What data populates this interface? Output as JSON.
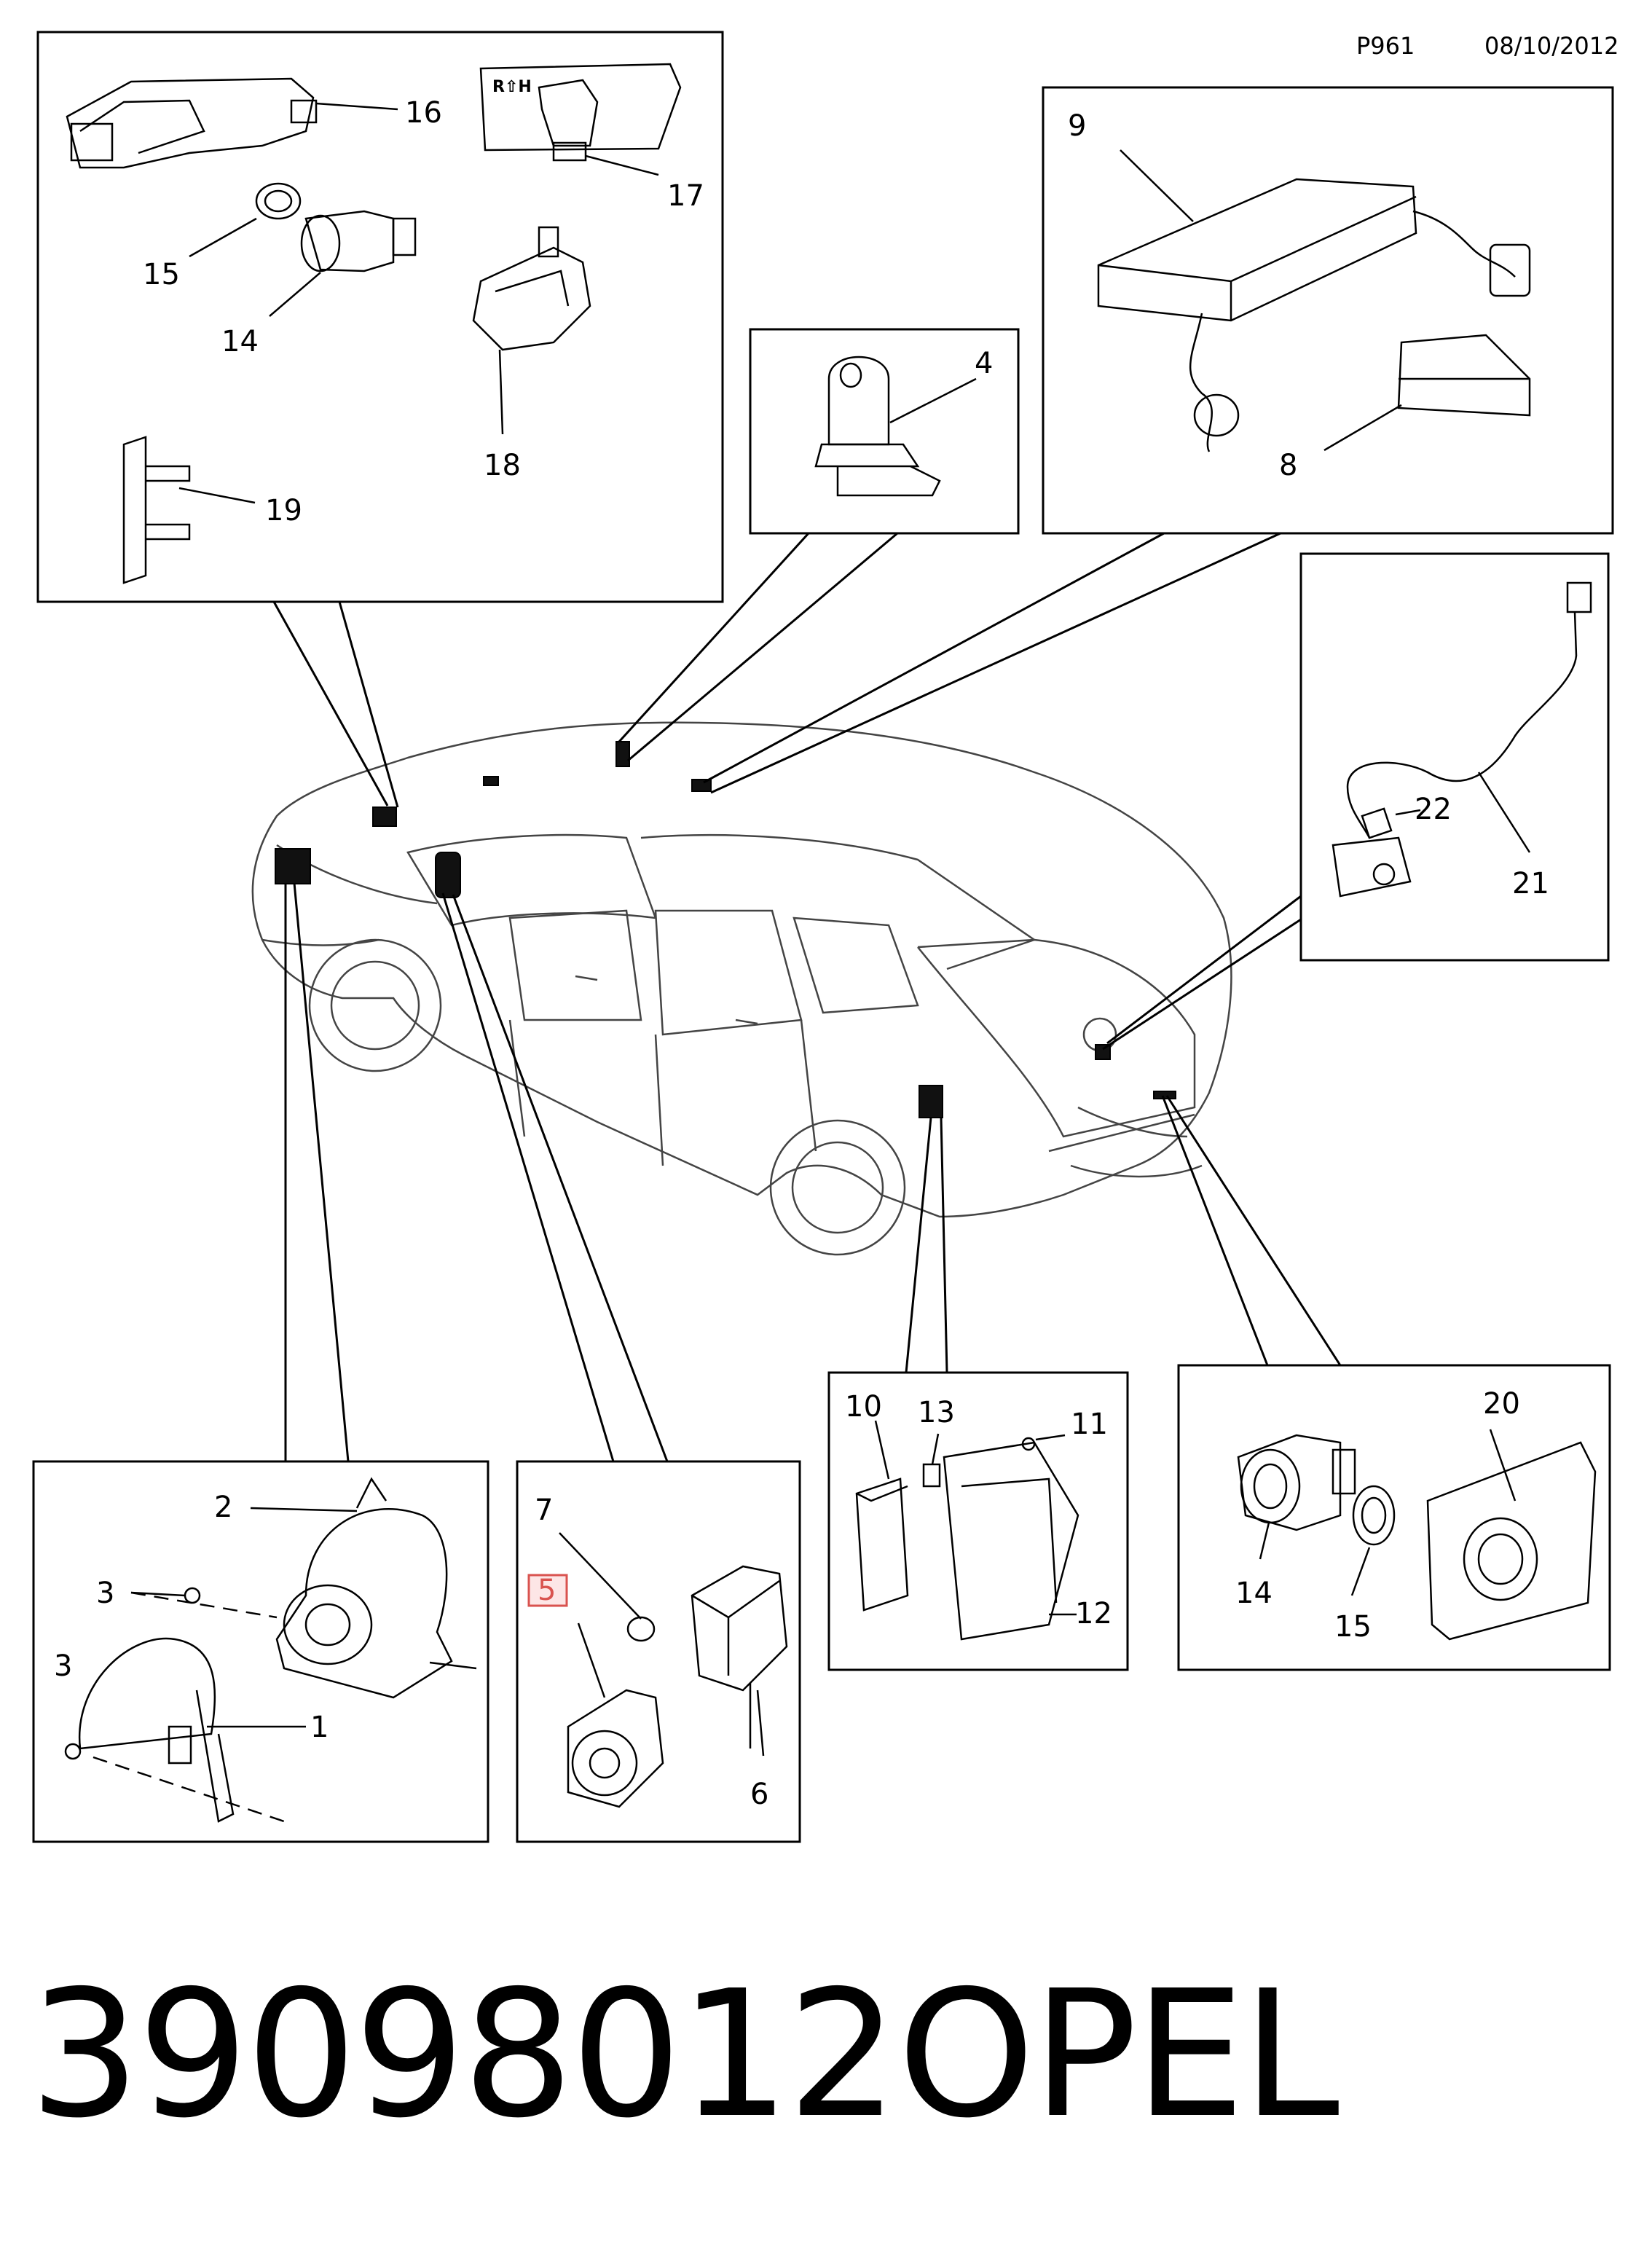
{
  "header": {
    "page_code": "P961",
    "date": "08/10/2012"
  },
  "footer": {
    "part_number": "39098012",
    "brand": "OPEL"
  },
  "callouts": {
    "c1": "1",
    "c2": "2",
    "c3a": "3",
    "c3b": "3",
    "c4": "4",
    "c5": "5",
    "c6": "6",
    "c7": "7",
    "c8": "8",
    "c9": "9",
    "c10": "10",
    "c11": "11",
    "c12": "12",
    "c13": "13",
    "c14a": "14",
    "c14b": "14",
    "c15a": "15",
    "c15b": "15",
    "c16": "16",
    "c17": "17",
    "c18": "18",
    "c19": "19",
    "c20": "20",
    "c21": "21",
    "c22": "22"
  },
  "highlight": {
    "color": "#d9534f",
    "fill": "#fde6e6",
    "part": "5"
  },
  "inset_text": {
    "rh_marking": "R⇧H"
  }
}
